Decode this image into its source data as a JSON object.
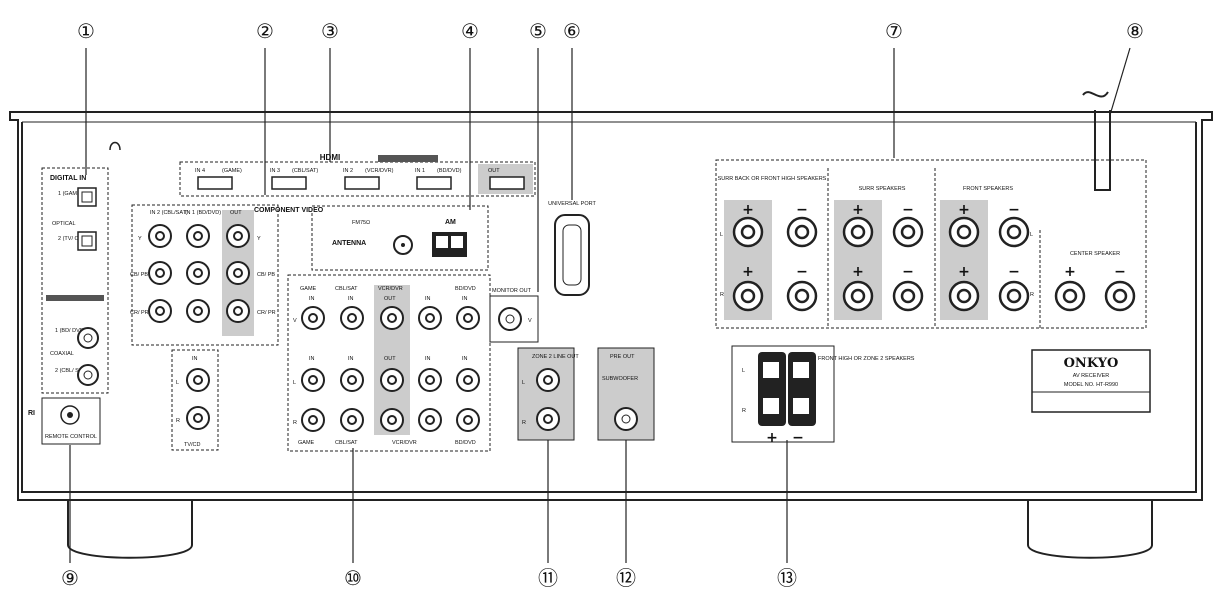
{
  "callouts": [
    "①",
    "②",
    "③",
    "④",
    "⑤",
    "⑥",
    "⑦",
    "⑧",
    "⑨",
    "⑩",
    "⑪",
    "⑫",
    "⑬"
  ],
  "hdmi": {
    "title": "HDMI",
    "inputs": [
      {
        "num": "IN 4",
        "name": "(GAME)"
      },
      {
        "num": "IN 3",
        "name": "(CBL/SAT)"
      },
      {
        "num": "IN 2",
        "name": "(VCR/DVR)"
      },
      {
        "num": "IN 1",
        "name": "(BD/DVD)"
      }
    ],
    "out": "OUT"
  },
  "digital_in": {
    "title": "DIGITAL IN",
    "optical": "OPTICAL",
    "opt1": "1 (GAME)",
    "opt2": "2 (TV/ CD)",
    "coaxial": "COAXIAL",
    "coax1": "1 (BD/ DVD)",
    "coax2": "2 (CBL/ SAT)"
  },
  "component": {
    "title": "COMPONENT VIDEO",
    "in2": "IN 2 (CBL/SAT)",
    "in1": "IN 1 (BD/DVD)",
    "out": "OUT",
    "row_y": "Y",
    "row_pb": "CB/ PB",
    "row_pr": "CR/ PR"
  },
  "antenna": {
    "title": "ANTENNA",
    "fm": "FM75Ω",
    "am": "AM"
  },
  "monitor_out": {
    "title": "MONITOR OUT",
    "v": "V"
  },
  "universal_port": {
    "title": "UNIVERSAL PORT"
  },
  "video_inputs": {
    "columns": [
      "GAME",
      "CBL/SAT",
      "VCR/DVR",
      "BD/DVD"
    ],
    "in": "IN",
    "out": "OUT",
    "rows": [
      "V",
      "L",
      "R"
    ]
  },
  "tv_cd": {
    "title": "TV/CD",
    "in": "IN",
    "l": "L",
    "r": "R"
  },
  "zone2_line_out": {
    "title": "ZONE 2 LINE OUT",
    "l": "L",
    "r": "R"
  },
  "pre_out": {
    "title": "PRE OUT",
    "sub": "SUBWOOFER"
  },
  "speakers": {
    "surr_back": "SURR BACK OR FRONT HIGH SPEAKERS",
    "surr": "SURR SPEAKERS",
    "front": "FRONT SPEAKERS",
    "center": "CENTER SPEAKER",
    "plus": "+",
    "minus": "−",
    "l": "L",
    "r": "R"
  },
  "zone2_speakers": {
    "title": "FRONT HIGH OR ZONE 2 SPEAKERS",
    "l": "L",
    "r": "R",
    "plus": "+",
    "minus": "−"
  },
  "remote": {
    "title": "REMOTE CONTROL",
    "ri": "RI"
  },
  "badge": {
    "brand": "ONKYO",
    "line1": "AV RECEIVER",
    "line2": "MODEL NO. HT-R990"
  }
}
